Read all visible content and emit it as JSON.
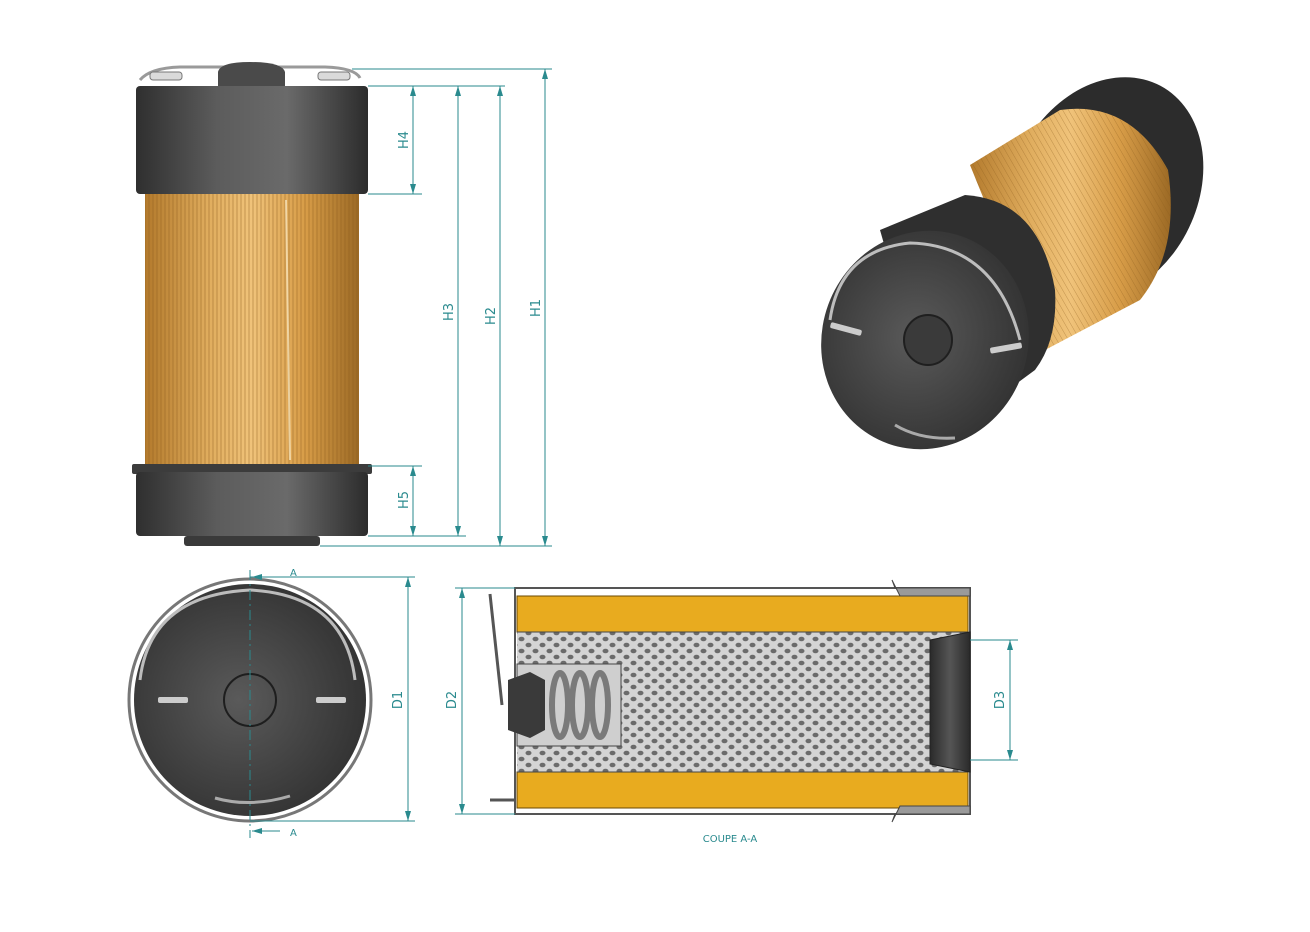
{
  "dimensions": {
    "h1": "H1",
    "h2": "H2",
    "h3": "H3",
    "h4": "H4",
    "h5": "H5",
    "d1": "D1",
    "d2": "D2",
    "d3": "D3"
  },
  "section": {
    "marker_top": "A",
    "marker_bottom": "A",
    "caption": "COUPE A-A"
  },
  "colors": {
    "dimension_line": "#2a8a8e",
    "housing": "#4a4a4a",
    "filter_media": "#d9a441",
    "section_media": "#e8ab1f",
    "perforated_tube": "#b9b9b9"
  }
}
